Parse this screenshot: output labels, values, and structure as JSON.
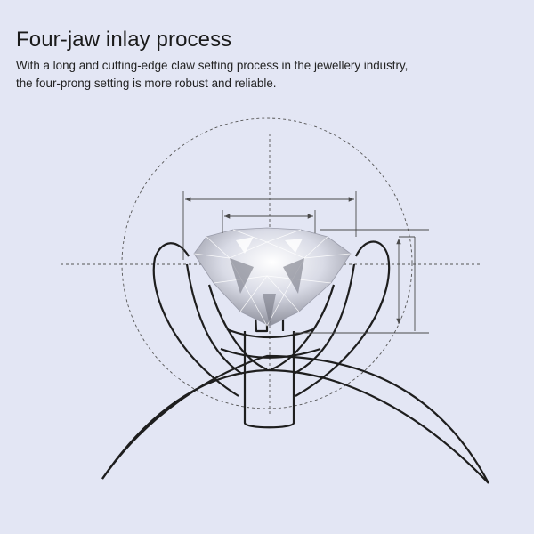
{
  "header": {
    "title": "Four-jaw inlay process",
    "description_line1": "With a long and cutting-edge claw setting process in the jewellery industry,",
    "description_line2": "the four-prong setting is more robust and reliable."
  },
  "colors": {
    "background": "#e3e6f4",
    "line": "#1e1e1e",
    "guide": "#555555",
    "dimension": "#4a4a4a",
    "diamond_highlight": "#ffffff",
    "diamond_shadow": "#7d7f8a"
  },
  "illustration": {
    "subject": "four-prong ring setting holding a round brilliant diamond",
    "icons": [
      "diamond-icon",
      "ring-band-icon",
      "prong-icon"
    ]
  }
}
